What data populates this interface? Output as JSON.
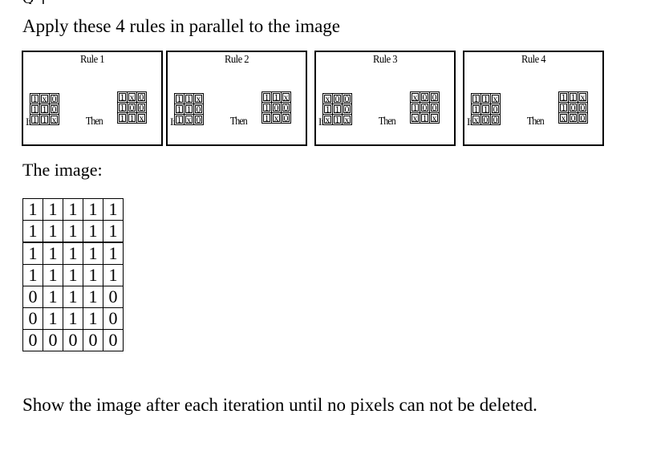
{
  "fragment_text": "Q                         ]",
  "heading": "Apply these 4 rules in parallel to the image",
  "if_label": "If",
  "then_label": "Then",
  "rules": [
    {
      "title": "Rule 1",
      "before": [
        [
          "1",
          "x",
          "0"
        ],
        [
          "1",
          "1",
          "0"
        ],
        [
          "1",
          "1",
          "x"
        ]
      ],
      "after": [
        [
          "1",
          "x",
          "0"
        ],
        [
          "1",
          "0",
          "0"
        ],
        [
          "1",
          "1",
          "x"
        ]
      ]
    },
    {
      "title": "Rule 2",
      "before": [
        [
          "1",
          "1",
          "x"
        ],
        [
          "1",
          "1",
          "0"
        ],
        [
          "1",
          "x",
          "0"
        ]
      ],
      "after": [
        [
          "1",
          "1",
          "x"
        ],
        [
          "1",
          "0",
          "0"
        ],
        [
          "1",
          "x",
          "0"
        ]
      ]
    },
    {
      "title": "Rule 3",
      "before": [
        [
          "x",
          "0",
          "0"
        ],
        [
          "1",
          "1",
          "0"
        ],
        [
          "x",
          "1",
          "x"
        ]
      ],
      "after": [
        [
          "x",
          "0",
          "0"
        ],
        [
          "1",
          "0",
          "0"
        ],
        [
          "x",
          "1",
          "x"
        ]
      ]
    },
    {
      "title": "Rule 4",
      "before": [
        [
          "1",
          "1",
          "x"
        ],
        [
          "1",
          "1",
          "0"
        ],
        [
          "x",
          "0",
          "0"
        ]
      ],
      "after": [
        [
          "1",
          "1",
          "x"
        ],
        [
          "1",
          "0",
          "0"
        ],
        [
          "x",
          "0",
          "0"
        ]
      ]
    }
  ],
  "image_label": "The image:",
  "image_grid": [
    [
      "1",
      "1",
      "1",
      "1",
      "1"
    ],
    [
      "1",
      "1",
      "1",
      "1",
      "1"
    ],
    [
      "1",
      "1",
      "1",
      "1",
      "1"
    ],
    [
      "1",
      "1",
      "1",
      "1",
      "1"
    ],
    [
      "0",
      "1",
      "1",
      "1",
      "0"
    ],
    [
      "0",
      "1",
      "1",
      "1",
      "0"
    ],
    [
      "0",
      "0",
      "0",
      "0",
      "0"
    ]
  ],
  "footer": "Show the image after each iteration until no pixels can not be deleted."
}
